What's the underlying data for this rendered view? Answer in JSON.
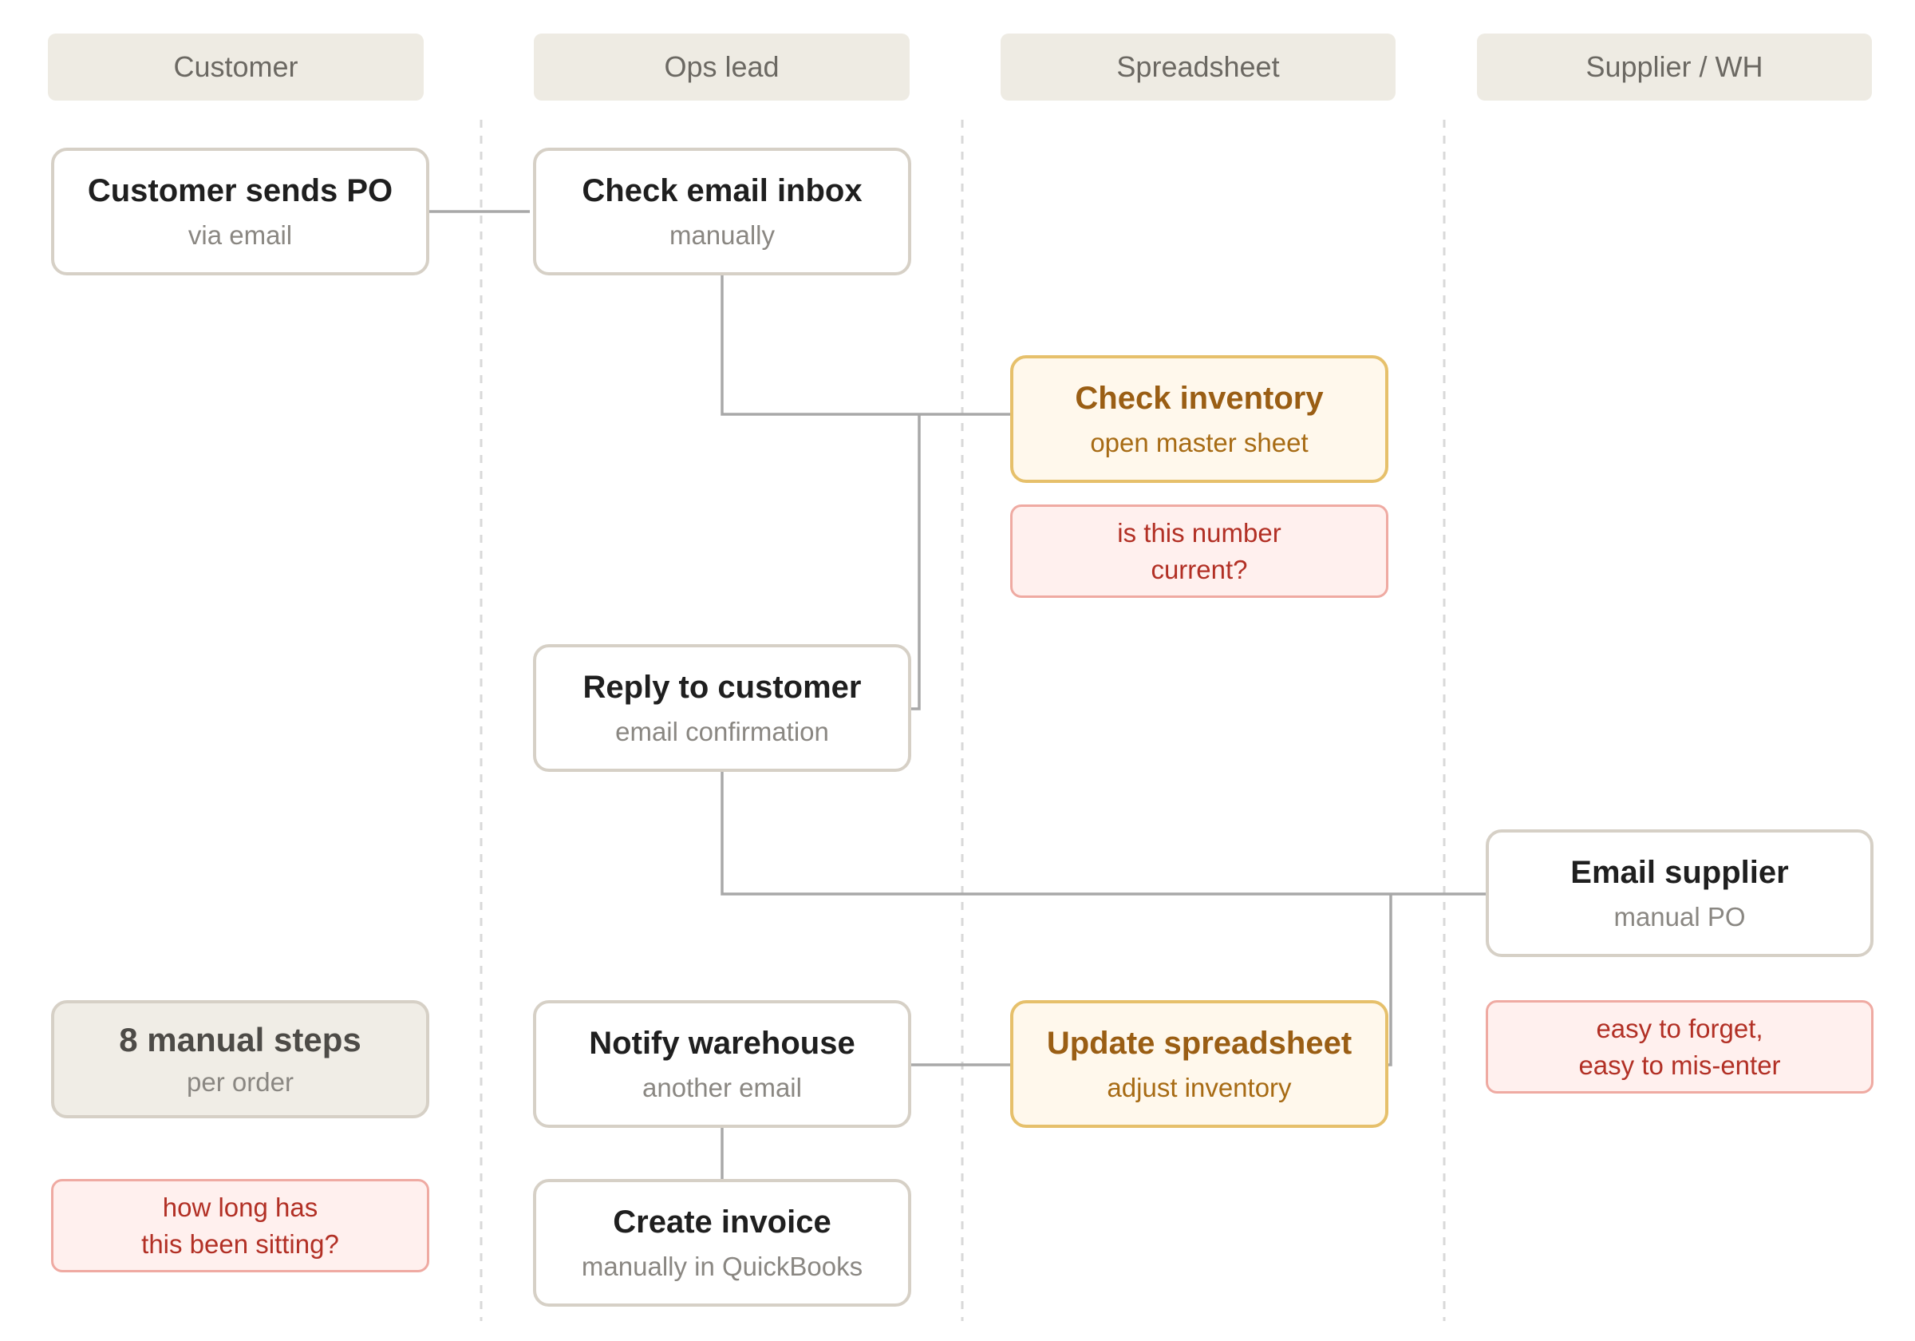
{
  "lanes": [
    "Customer",
    "Ops lead",
    "Spreadsheet",
    "Supplier / WH"
  ],
  "nodes": {
    "customer_sends_po": {
      "title": "Customer sends PO",
      "sub": "via email"
    },
    "check_email_inbox": {
      "title": "Check email inbox",
      "sub": "manually"
    },
    "check_inventory": {
      "title": "Check inventory",
      "sub": "open master sheet"
    },
    "reply_to_customer": {
      "title": "Reply to customer",
      "sub": "email confirmation"
    },
    "email_supplier": {
      "title": "Email supplier",
      "sub": "manual PO"
    },
    "manual_steps": {
      "title": "8 manual steps",
      "sub": "per order"
    },
    "notify_warehouse": {
      "title": "Notify warehouse",
      "sub": "another email"
    },
    "update_spreadsheet": {
      "title": "Update spreadsheet",
      "sub": "adjust inventory"
    },
    "create_invoice": {
      "title": "Create invoice",
      "sub": "manually in QuickBooks"
    }
  },
  "notes": {
    "inventory_current": "is this number\ncurrent?",
    "forget_misenter": "easy to forget,\neasy to mis-enter",
    "how_long_sitting": "how long has\nthis been sitting?"
  },
  "colors": {
    "lane_header_bg": "#eeebe3",
    "node_border": "#d6d0c6",
    "highlight_border": "#e6c06b",
    "highlight_bg": "#fff8ec",
    "note_border": "#efaaa2",
    "note_bg": "#fff0ee",
    "note_text": "#b23025",
    "connector": "#a8a8a8",
    "lane_divider": "#d9d9d9"
  }
}
